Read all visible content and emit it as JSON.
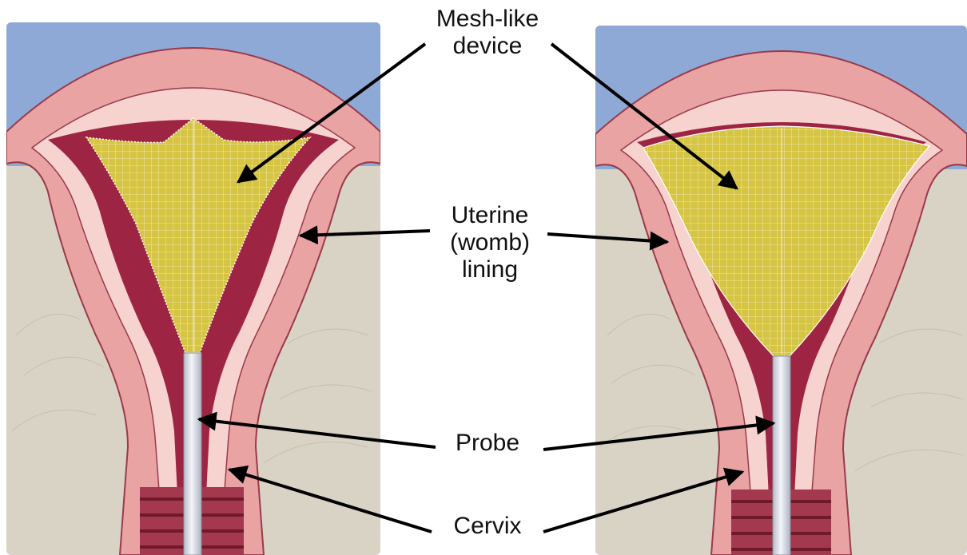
{
  "labels": {
    "mesh_line1": "Mesh-like",
    "mesh_line2": "device",
    "lining_line1": "Uterine",
    "lining_line2": "(womb)",
    "lining_line3": "lining",
    "probe": "Probe",
    "cervix": "Cervix"
  },
  "colors": {
    "sky": "#8fa9d6",
    "tissue": "#e9a3a3",
    "tissue_light": "#f7d3cf",
    "cavity": "#9e2443",
    "mesh": "#d8c54a",
    "probe": "#e4e6ee",
    "background_texture": "#d9d3c6",
    "arrow": "#000000"
  },
  "panels": [
    {
      "name": "left-illustration",
      "state": "mesh partially expanded"
    },
    {
      "name": "right-illustration",
      "state": "mesh fully expanded"
    }
  ]
}
